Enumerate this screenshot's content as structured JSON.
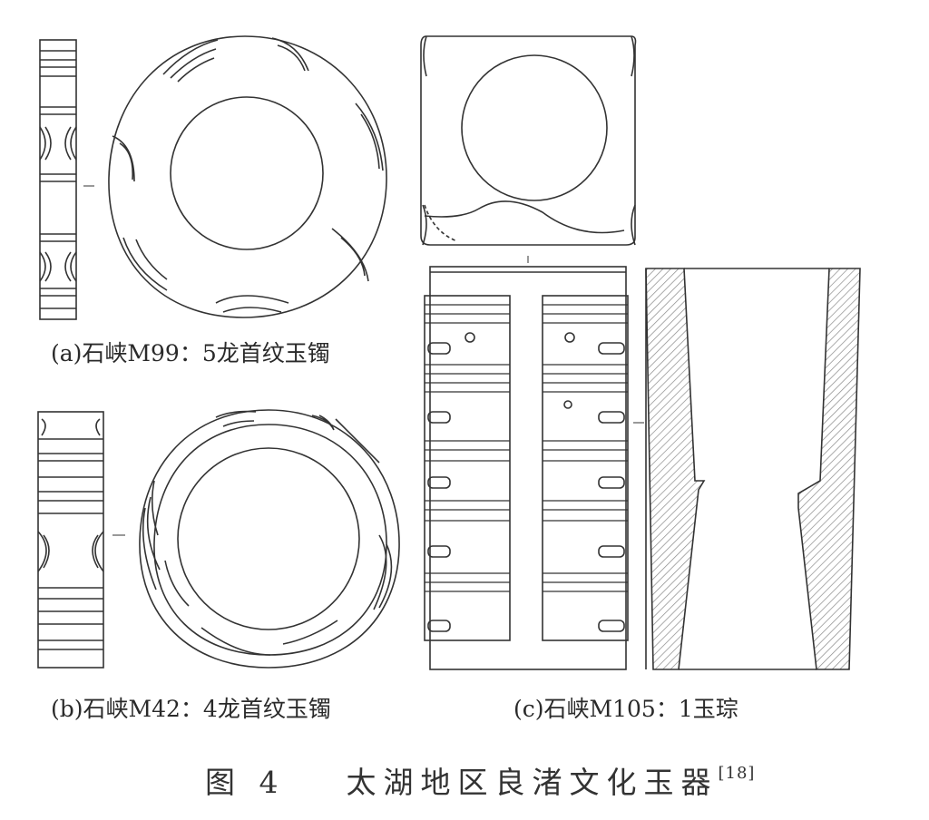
{
  "figure": {
    "number": "图 4",
    "title": "太湖地区良渚文化玉器",
    "reference": "[18]"
  },
  "panels": [
    {
      "id": "a",
      "caption": "(a)石峡M99：5龙首纹玉镯"
    },
    {
      "id": "b",
      "caption": "(b)石峡M42：4龙首纹玉镯"
    },
    {
      "id": "c",
      "caption": "(c)石峡M105：1玉琮"
    }
  ],
  "colors": {
    "line": "#333333",
    "hatch": "#8a8a8a"
  }
}
